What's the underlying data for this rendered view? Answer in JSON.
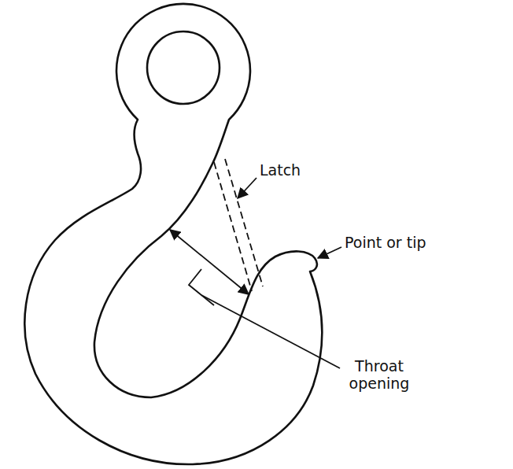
{
  "diagram": {
    "labels": [
      "Latch",
      "Point or tip",
      "Throat opening"
    ]
  }
}
